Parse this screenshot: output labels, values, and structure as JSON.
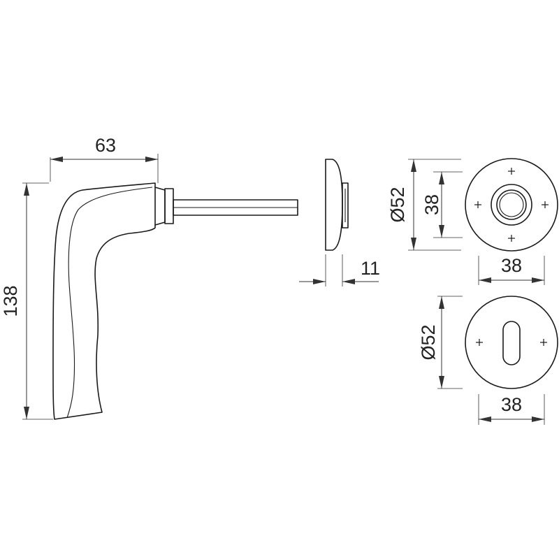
{
  "dimensions": {
    "lever_width": "63",
    "lever_height": "138",
    "rose_thickness": "11",
    "lever_rose_diameter": "Ø52",
    "lever_rose_inner": "38",
    "lever_rose_width": "38",
    "key_rose_diameter": "Ø52",
    "key_rose_width": "38"
  },
  "colors": {
    "line": "#1a1a1a",
    "dimension": "#333333",
    "background": "#ffffff"
  }
}
